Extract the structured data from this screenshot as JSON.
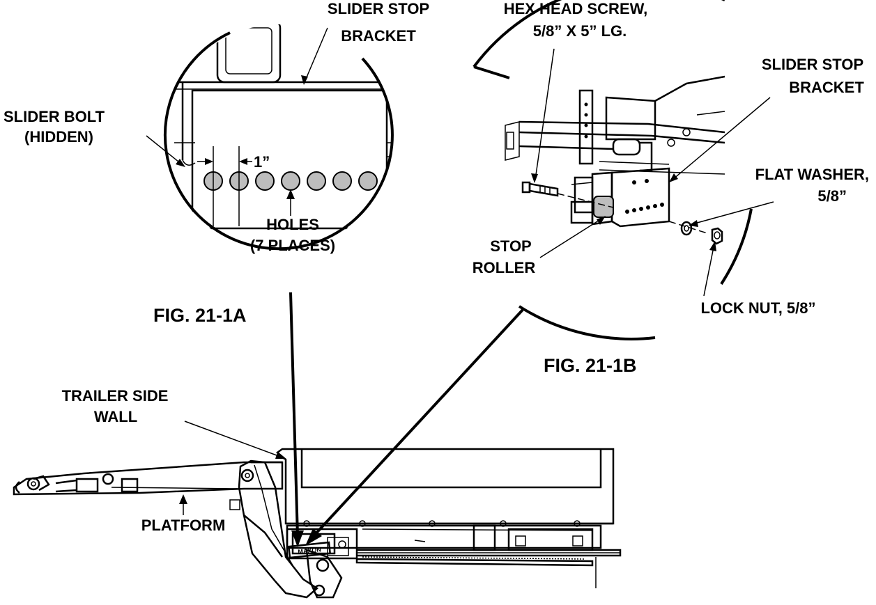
{
  "figures": {
    "fig_a": "FIG. 21-1A",
    "fig_b": "FIG. 21-1B"
  },
  "labels": {
    "slider_stop_bracket_a_1": "SLIDER STOP",
    "slider_stop_bracket_a_2": "BRACKET",
    "slider_bolt_1": "SLIDER BOLT",
    "slider_bolt_2": "(HIDDEN)",
    "dimension": "1”",
    "holes_1": "HOLES",
    "holes_2": "(7 PLACES)",
    "hex_screw_1": "HEX HEAD SCREW,",
    "hex_screw_2": "5/8” X 5” LG.",
    "slider_stop_bracket_b_1": "SLIDER STOP",
    "slider_stop_bracket_b_2": "BRACKET",
    "flat_washer_1": "FLAT WASHER,",
    "flat_washer_2": "5/8”",
    "stop_roller_1": "STOP",
    "stop_roller_2": "ROLLER",
    "lock_nut": "LOCK NUT, 5/8”",
    "trailer_wall_1": "TRAILER SIDE",
    "trailer_wall_2": "WALL",
    "platform": "PLATFORM",
    "brand": "MAXON"
  },
  "bracket": {
    "hole_count": 7
  }
}
